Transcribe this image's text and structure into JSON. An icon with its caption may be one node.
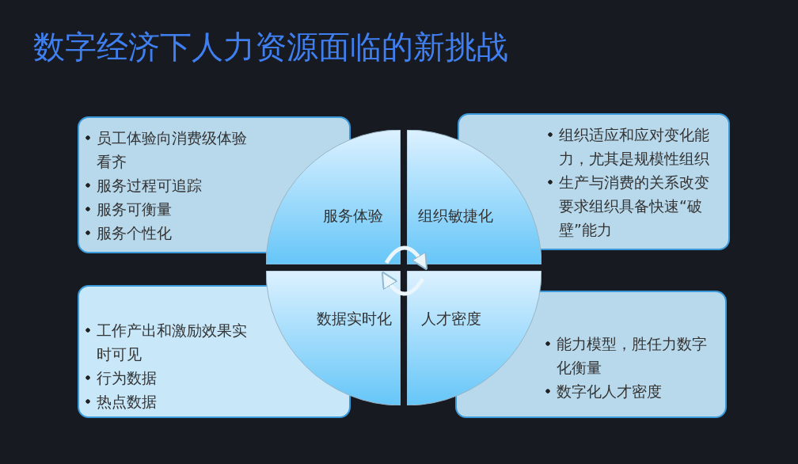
{
  "diagram": {
    "title": "数字经济下人力资源面临的新挑战",
    "nodes": [
      {
        "text": [
          "员工体验向消费级体验看齐",
          "服务过程可追踪",
          "服务可衡量",
          "服务个性化"
        ]
      },
      {
        "text": [
          "组织适应和应对变化能力，尤其是规模性组织",
          "生产与消费的关系改变要求组织具备快速“破壁”能力"
        ]
      },
      {
        "text": [
          "服务体验"
        ]
      },
      {
        "text": [
          "组织敏捷化"
        ]
      },
      {
        "text": [
          "数据实时化"
        ]
      },
      {
        "text": [
          "人才密度"
        ]
      },
      {
        "text": [
          "工作产出和激励效果实时可见",
          "行为数据",
          "热点数据"
        ]
      },
      {
        "text": [
          "能力模型，胜任力数字化衡量",
          "数字化人才密度"
        ]
      }
    ],
    "edges": [
      {
        "from": 2,
        "to": 3,
        "arrow": "to"
      },
      {
        "from": 5,
        "to": 4,
        "arrow": "to"
      }
    ]
  }
}
